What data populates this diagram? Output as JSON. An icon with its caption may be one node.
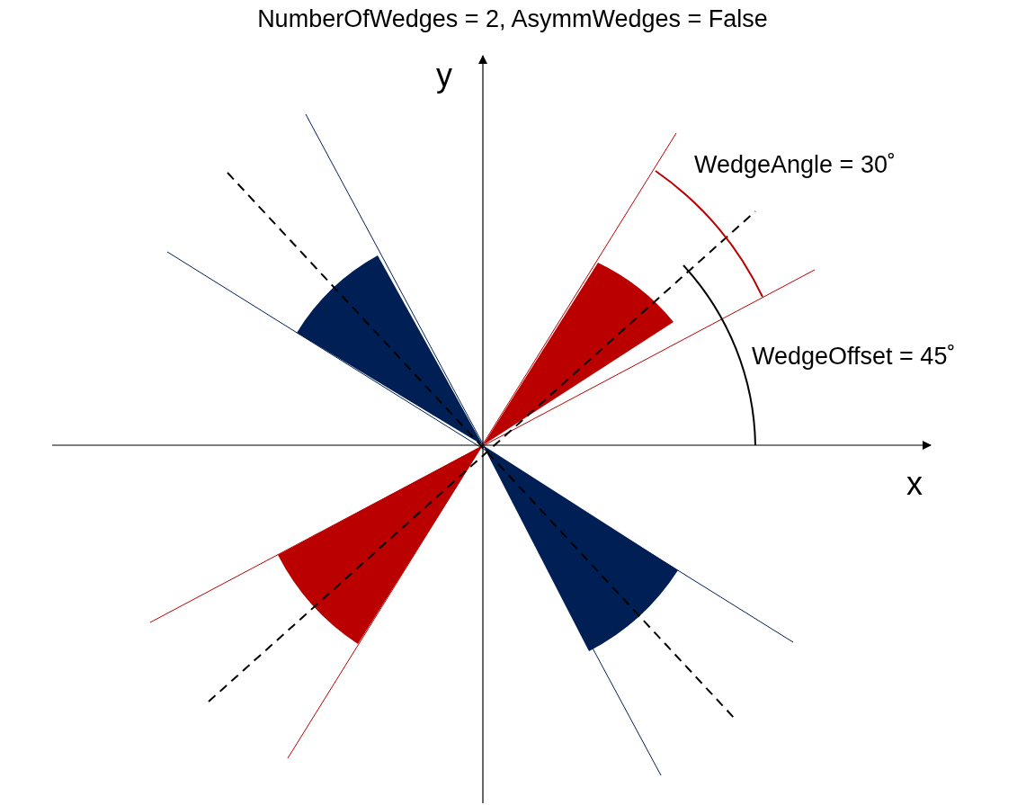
{
  "diagram": {
    "title": "NumberOfWedges = 2, AsymmWedges = False",
    "labels": [
      "y",
      "x",
      "WedgeAngle = 30˚",
      "WedgeOffset = 45˚"
    ]
  }
}
